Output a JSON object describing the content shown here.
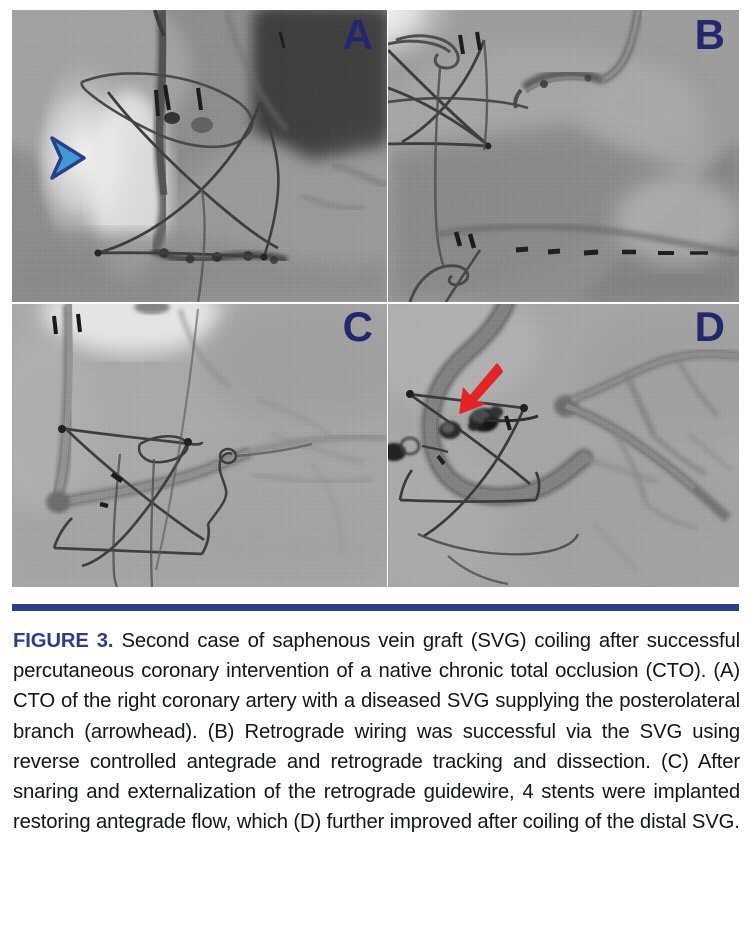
{
  "figure": {
    "label": "FIGURE 3.",
    "caption": " Second case of saphenous vein graft (SVG) coiling after successful percutaneous coronary intervention of a native chronic total occlusion (CTO). (A) CTO of the right coronary artery with a diseased SVG supplying the posterolateral branch (arrowhead). (B) Retrograde wiring was successful via the SVG using reverse controlled antegrade and retrograde tracking and dissection. (C) After snaring and externalization of the retrograde guidewire, 4 stents were implanted restoring antegrade flow, which (D) further improved after coiling of the distal SVG.",
    "rule_color": "#2b3f87",
    "label_color": "#2b3f87"
  },
  "panels": [
    {
      "id": "A",
      "label": "A",
      "label_color": "#23276e",
      "description": "CTO of the right coronary artery with a diseased SVG supplying the posterolateral branch",
      "marker": "blue-arrowhead"
    },
    {
      "id": "B",
      "label": "B",
      "label_color": "#23276e",
      "description": "Retrograde wiring was successful via the SVG using reverse controlled antegrade and retrograde tracking and dissection",
      "marker": "none"
    },
    {
      "id": "C",
      "label": "C",
      "label_color": "#23276e",
      "description": "After snaring and externalization of the retrograde guidewire, 4 stents were implanted restoring antegrade flow",
      "marker": "none"
    },
    {
      "id": "D",
      "label": "D",
      "label_color": "#23276e",
      "description": "Further improved after coiling of the distal SVG",
      "marker": "red-arrow"
    }
  ],
  "markers": {
    "arrowhead": {
      "name": "arrowhead",
      "fill_color": "#3f9ad8",
      "stroke_color": "#2b3f87"
    },
    "red_arrow": {
      "name": "arrow",
      "fill_color": "#e32424"
    }
  }
}
